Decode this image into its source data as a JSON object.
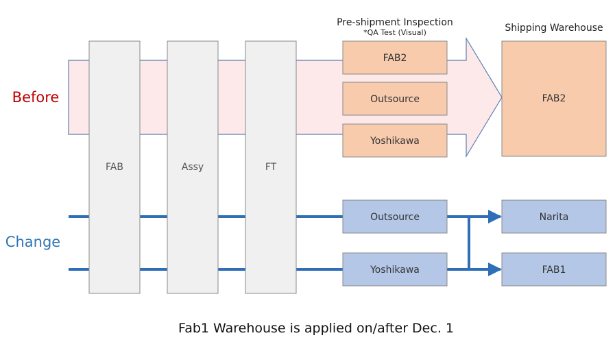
{
  "headers": {
    "inspection": "Pre-shipment Inspection",
    "inspection_sub": "*QA Test (Visual)",
    "warehouse": "Shipping Warehouse"
  },
  "rows": {
    "before": "Before",
    "change": "Change"
  },
  "stages": [
    "FAB",
    "Assy",
    "FT"
  ],
  "before": {
    "inspection": [
      "FAB2",
      "Outsource",
      "Yoshikawa"
    ],
    "warehouse": "FAB2"
  },
  "change": {
    "inspection": [
      "Outsource",
      "Yoshikawa"
    ],
    "warehouse": [
      "Narita",
      "FAB1"
    ]
  },
  "footer": "Fab1 Warehouse is applied on/after Dec. 1",
  "colors": {
    "before_label": "#c00000",
    "change_label": "#2e75b6",
    "orange_fill": "#f8cbad",
    "blue_fill": "#b4c7e7",
    "arrow_fill": "#fde9ea",
    "line_blue": "#2e6fb8",
    "stage_fill": "#f0f0f0"
  }
}
